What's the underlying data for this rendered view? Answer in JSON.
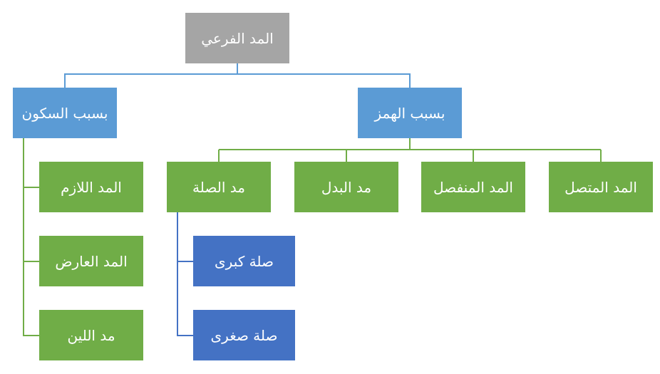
{
  "diagram": {
    "root": "المد الفرعي",
    "branch_sukun": {
      "label": "بسبب السكون",
      "children": [
        "المد اللازم",
        "المد العارض",
        "مد اللين"
      ]
    },
    "branch_hamz": {
      "label": "بسبب الهمز",
      "children": [
        "مد الصلة",
        "مد البدل",
        "المد المنفصل",
        "المد المتصل"
      ],
      "sila_children": [
        "صلة كبرى",
        "صلة صغرى"
      ]
    },
    "colors": {
      "root": "#a5a5a5",
      "branch": "#5b9bd5",
      "leaf": "#70ad47",
      "sub_leaf": "#4472c4",
      "connector_blue": "#5b9bd5",
      "connector_green": "#70ad47"
    }
  }
}
